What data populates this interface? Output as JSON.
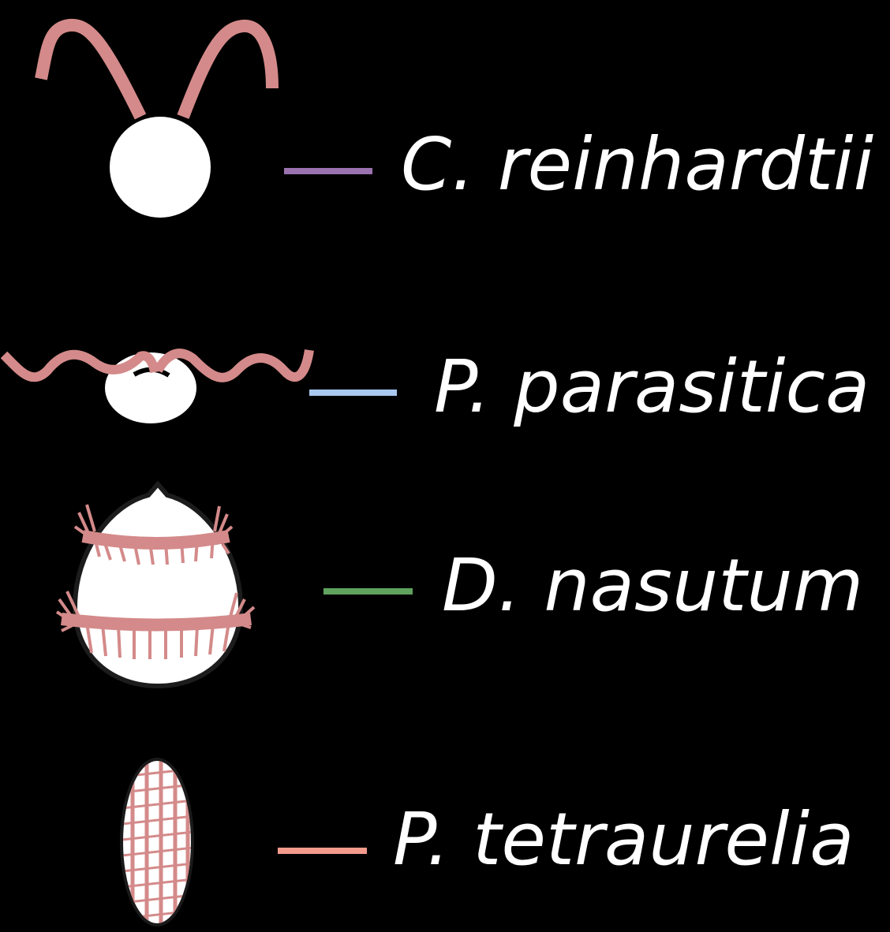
{
  "background": "#000000",
  "cilia_color": "#d48a8a",
  "cell_color": "#ffffff",
  "organisms": [
    {
      "name": "C. reinhardtii",
      "line_color": "#9b72b0",
      "icon": "chlamydomonas-icon"
    },
    {
      "name": "P. parasitica",
      "line_color": "#a9c8f0",
      "icon": "phytophthora-zoospore-icon"
    },
    {
      "name": "D. nasutum",
      "line_color": "#5fa35f",
      "icon": "didinium-icon"
    },
    {
      "name": "P. tetraurelia",
      "line_color": "#f29a8c",
      "icon": "paramecium-icon"
    }
  ]
}
